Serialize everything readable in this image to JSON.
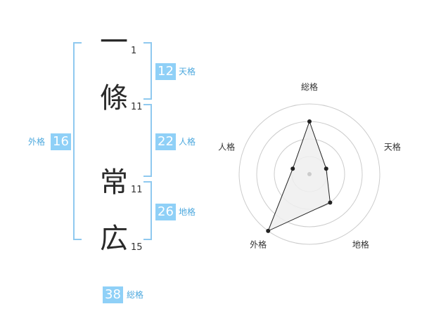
{
  "name": {
    "chars": [
      {
        "char": "一",
        "strokes": "1"
      },
      {
        "char": "條",
        "strokes": "11"
      },
      {
        "char": "常",
        "strokes": "11"
      },
      {
        "char": "広",
        "strokes": "15"
      }
    ]
  },
  "fortunes": {
    "tenkaku": {
      "value": "12",
      "label": "天格"
    },
    "jinkaku": {
      "value": "22",
      "label": "人格"
    },
    "chikaku": {
      "value": "26",
      "label": "地格"
    },
    "gaikaku": {
      "value": "16",
      "label": "外格"
    },
    "soukaku": {
      "value": "38",
      "label": "総格"
    }
  },
  "chart_data": {
    "type": "radar",
    "axes": [
      "総格",
      "天格",
      "地格",
      "外格",
      "人格"
    ],
    "values": [
      3,
      1,
      2,
      4,
      1
    ],
    "max": 4,
    "rings": 4,
    "colors": {
      "fill": "#eeeeee",
      "line": "#222222",
      "grid": "#cccccc",
      "point": "#222222"
    }
  }
}
